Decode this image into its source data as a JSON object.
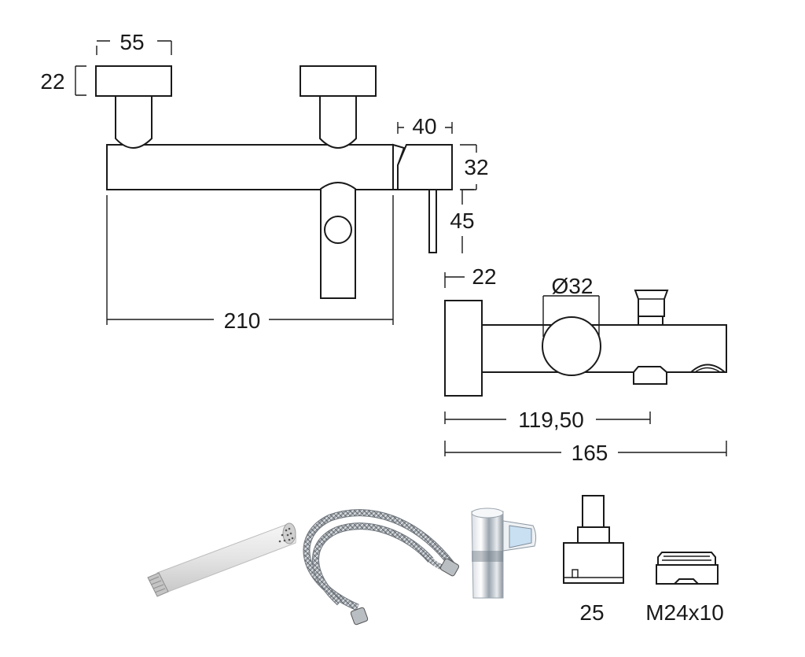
{
  "front_view": {
    "handle_width": "55",
    "handle_height": "22",
    "diverter_width": "40",
    "diverter_height": "32",
    "diverter_drop": "45",
    "overall_width": "210"
  },
  "side_view": {
    "wall_plate_depth": "22",
    "body_diameter": "Ø32",
    "spout_axis": "119,50",
    "overall_depth": "165"
  },
  "accessories": {
    "cartridge_size": "25",
    "aerator_thread": "M24x10"
  }
}
